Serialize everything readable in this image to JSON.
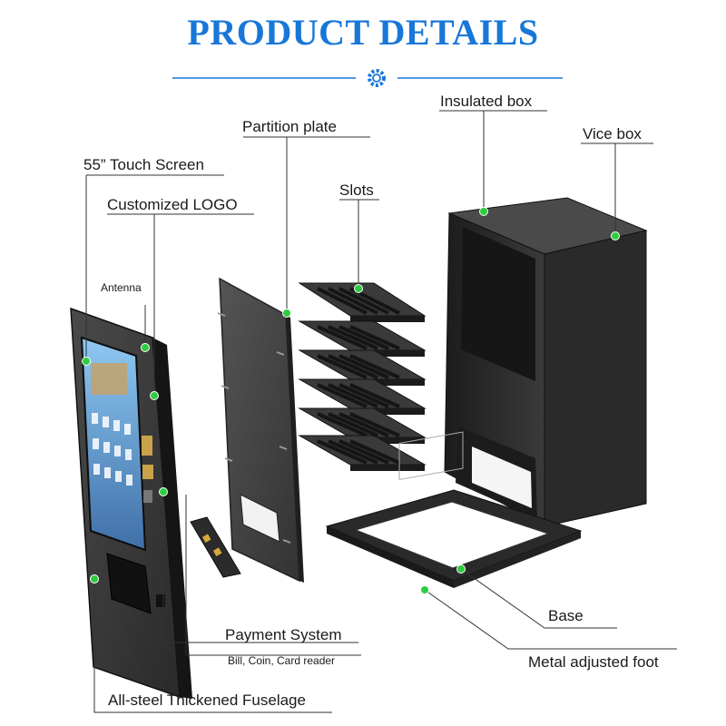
{
  "header": {
    "title": "PRODUCT DETAILS",
    "icon": "gear-icon",
    "accent_color": "#1877d8"
  },
  "labels": {
    "touch_screen": "55” Touch Screen",
    "customized_logo": "Customized LOGO",
    "antenna": "Antenna",
    "partition_plate": "Partition plate",
    "slots": "Slots",
    "insulated_box": "Insulated box",
    "vice_box": "Vice box",
    "payment_system": "Payment System",
    "payment_detail": "Bill, Coin, Card reader",
    "fuselage": "All-steel Thickened Fuselage",
    "base": "Base",
    "metal_foot": "Metal adjusted foot"
  },
  "colors": {
    "marker": "#2ecc40",
    "cabinet": "#2b2b2b",
    "leader": "#333333"
  }
}
